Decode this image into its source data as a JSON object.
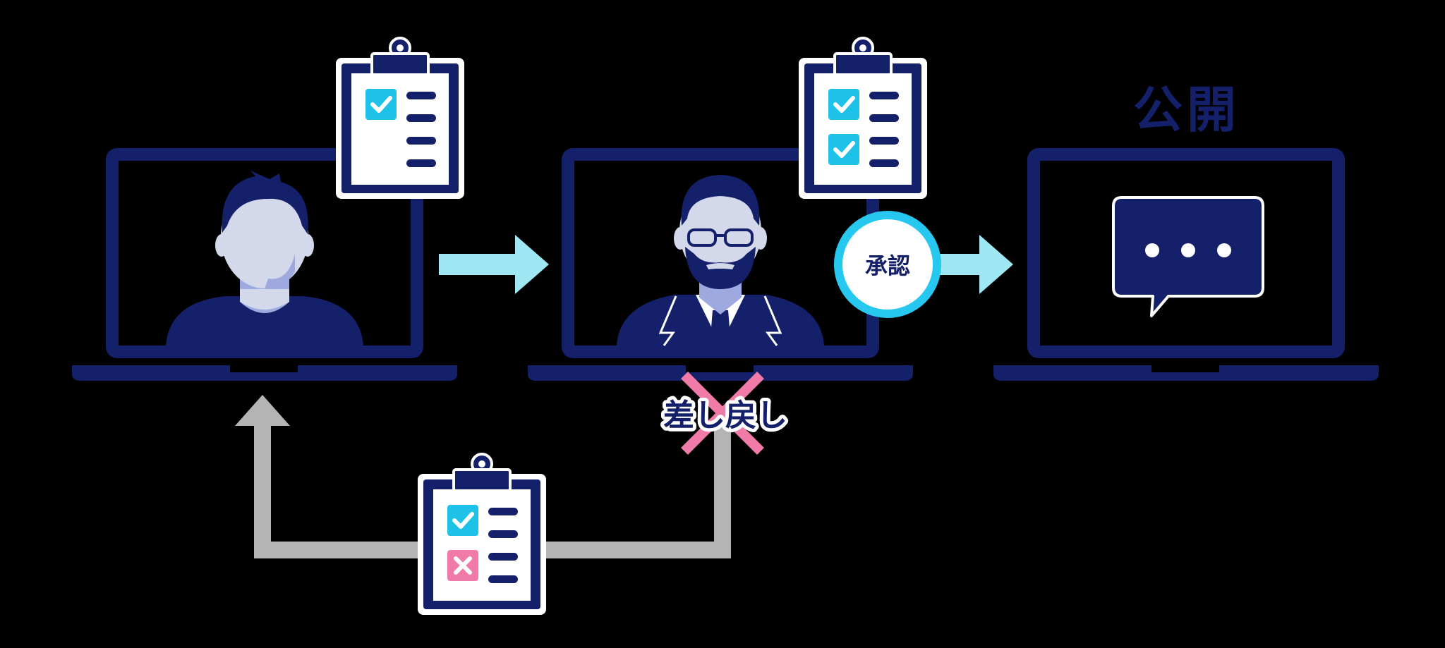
{
  "labels": {
    "publish": "公開",
    "approve": "承認",
    "send_back": "差し戻し"
  },
  "colors": {
    "background": "#000000",
    "navy": "#15206a",
    "skin": "#d3d8ea",
    "shadow": "#9ea9e0",
    "cyan_arrow": "#9fe7f3",
    "cyan_check": "#1ec2e8",
    "approve_ring": "#27c8f0",
    "gray_arrow": "#b4b4b4",
    "pink": "#f07aa8"
  },
  "icons": {
    "clipboards": [
      "clipboard-icon"
    ],
    "check": "check-icon",
    "cross": "cross-icon",
    "chat": "chat-bubble-icon",
    "ellipsis": "ellipsis-icon"
  }
}
